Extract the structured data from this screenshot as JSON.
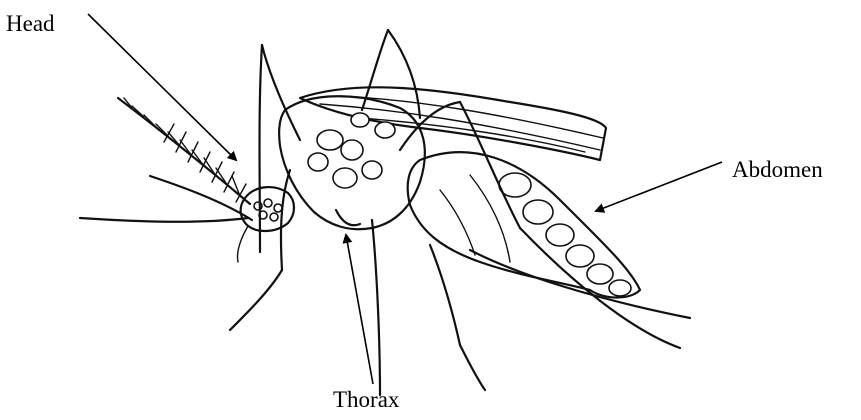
{
  "labels": {
    "head": "Head",
    "abdomen": "Abdomen",
    "thorax": "Thorax"
  },
  "colors": {
    "ink": "#111111",
    "background": "#ffffff"
  }
}
